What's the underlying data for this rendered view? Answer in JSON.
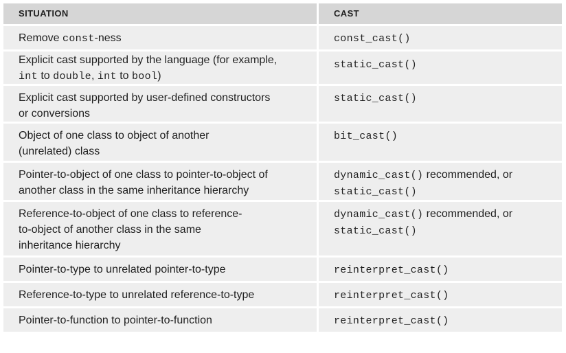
{
  "header": {
    "col1": "SITUATION",
    "col2": "CAST"
  },
  "rows": [
    {
      "situation": [
        {
          "t": "Remove ",
          "code": false
        },
        {
          "t": "const",
          "code": true
        },
        {
          "t": "-ness",
          "code": false
        }
      ],
      "cast": [
        {
          "t": "const_cast()",
          "code": true
        }
      ]
    },
    {
      "situation_line1": "Explicit cast supported by the language (for example,",
      "situation_line2": [
        {
          "t": "int",
          "code": true
        },
        {
          "t": " to ",
          "code": false
        },
        {
          "t": "double",
          "code": true
        },
        {
          "t": ", ",
          "code": false
        },
        {
          "t": "int",
          "code": true
        },
        {
          "t": " to ",
          "code": false
        },
        {
          "t": "bool",
          "code": true
        },
        {
          "t": ")",
          "code": false
        }
      ],
      "cast": "static_cast()"
    },
    {
      "situation_line1": "Explicit cast supported by user-defined constructors",
      "situation_line2": "or conversions",
      "cast": "static_cast()"
    },
    {
      "situation_line1": "Object of one class to object of another",
      "situation_line2": "(unrelated) class",
      "cast": "bit_cast()"
    },
    {
      "situation_line1": "Pointer-to-object of one class to pointer-to-object of",
      "situation_line2": "another class in the same inheritance hierarchy",
      "cast_code1": "dynamic_cast()",
      "cast_text1": " recommended, or",
      "cast_code2": "static_cast()"
    },
    {
      "situation_line1": "Reference-to-object of one class to reference-",
      "situation_line2": "to-object of another class in the same",
      "situation_line3": "inheritance hierarchy",
      "cast_code1": "dynamic_cast()",
      "cast_text1": " recommended, or",
      "cast_code2": "static_cast()"
    },
    {
      "situation": "Pointer-to-type to unrelated pointer-to-type",
      "cast": "reinterpret_cast()"
    },
    {
      "situation": "Reference-to-type to unrelated reference-to-type",
      "cast": "reinterpret_cast()"
    },
    {
      "situation": "Pointer-to-function to pointer-to-function",
      "cast": "reinterpret_cast()"
    }
  ]
}
